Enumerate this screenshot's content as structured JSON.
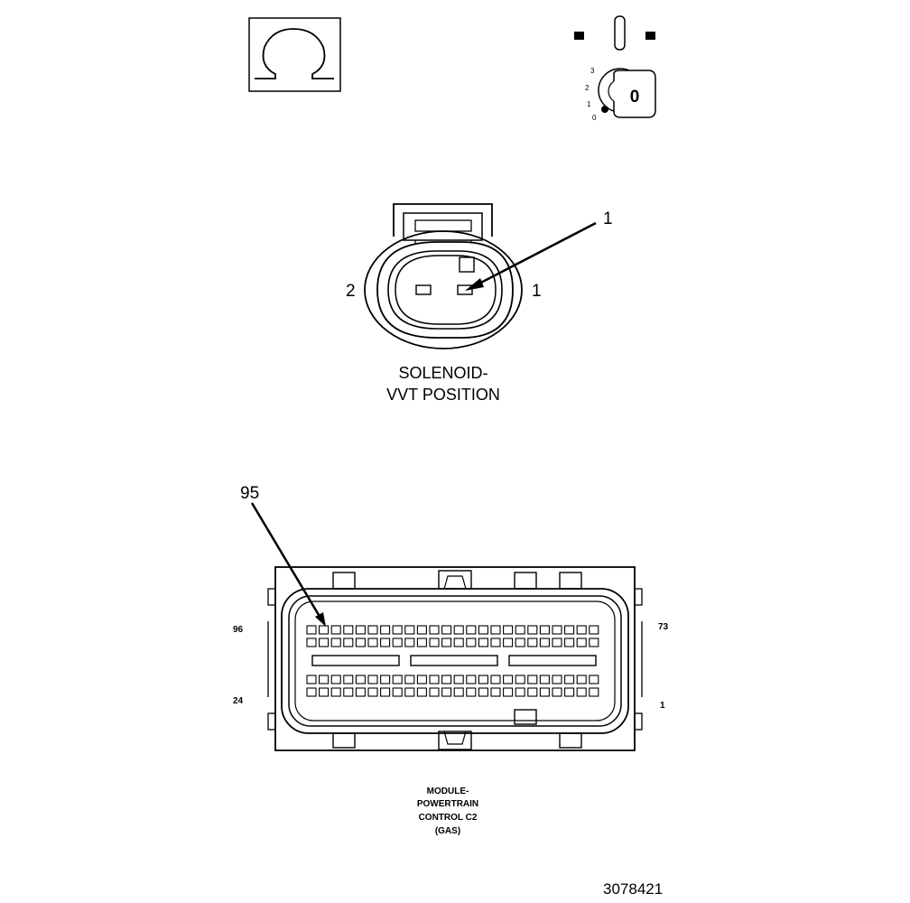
{
  "ignition_key": {
    "positions": [
      "3",
      "2",
      "1",
      "0"
    ],
    "key_label": "0"
  },
  "solenoid_connector": {
    "callout": "1",
    "pin_left": "2",
    "pin_right": "1",
    "caption_line1": "SOLENOID-",
    "caption_line2": "VVT POSITION"
  },
  "pcm_connector": {
    "callout": "95",
    "pin_top_left": "96",
    "pin_top_right": "73",
    "pin_bottom_left": "24",
    "pin_bottom_right": "1",
    "caption_line1": "MODULE-",
    "caption_line2": "POWERTRAIN",
    "caption_line3": "CONTROL C2",
    "caption_line4": "(GAS)"
  },
  "figure_id": "3078421"
}
